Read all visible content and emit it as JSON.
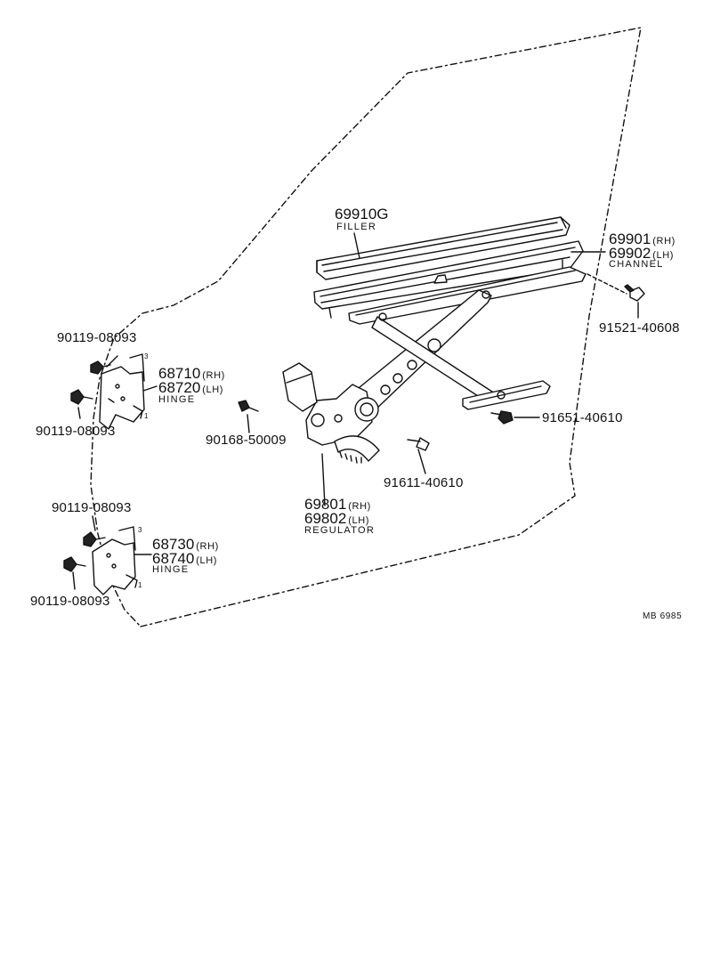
{
  "parts": {
    "filler": {
      "number": "69910G",
      "name": "FILLER"
    },
    "channel": {
      "rh_number": "69901",
      "rh_suffix": "(RH)",
      "lh_number": "69902",
      "lh_suffix": "(LH)",
      "name": "CHANNEL"
    },
    "bolt_channel": {
      "number": "91521-40608"
    },
    "bolt_lower_arm": {
      "number": "91651-40610"
    },
    "bolt_regulator": {
      "number": "91611-40610"
    },
    "regulator": {
      "rh_number": "69801",
      "rh_suffix": "(RH)",
      "lh_number": "69802",
      "lh_suffix": "(LH)",
      "name": "REGULATOR"
    },
    "bolt_center": {
      "number": "90168-50009"
    },
    "upper_hinge": {
      "rh_number": "68710",
      "rh_suffix": "(RH)",
      "lh_number": "68720",
      "lh_suffix": "(LH)",
      "name": "HINGE"
    },
    "lower_hinge": {
      "rh_number": "68730",
      "rh_suffix": "(RH)",
      "lh_number": "68740",
      "lh_suffix": "(LH)",
      "name": "HINGE"
    },
    "hinge_bolts": [
      "90119-08093",
      "90119-08093",
      "90119-08093",
      "90119-08093"
    ]
  },
  "diagram_code": "MB 6985",
  "hinge_marks": [
    "3",
    "1",
    "3",
    "1"
  ]
}
